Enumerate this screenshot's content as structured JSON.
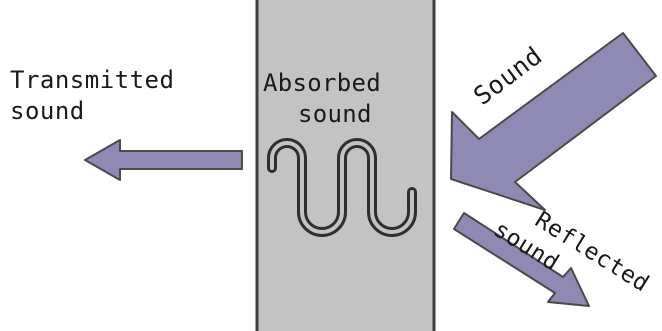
{
  "labels": {
    "transmitted": [
      "Transmitted",
      "sound"
    ],
    "absorbed": [
      "Absorbed",
      "sound"
    ],
    "incoming": "Sound",
    "reflected": [
      "Reflected",
      "sound"
    ]
  },
  "colors": {
    "wall_fill": "#c3c3c3",
    "wall_stroke": "#3d3d3d",
    "arrow_fill": "#8e8ab4",
    "arrow_stroke": "#4a4a4a",
    "wave_stroke": "#2f2f2f",
    "text": "#1a1a1a"
  },
  "icons": {
    "wave": "absorbed-wave-icon",
    "transmitted_arrow": "transmitted-arrow-icon",
    "incoming_arrow": "incoming-sound-arrow-icon",
    "reflected_arrow": "reflected-arrow-icon"
  }
}
